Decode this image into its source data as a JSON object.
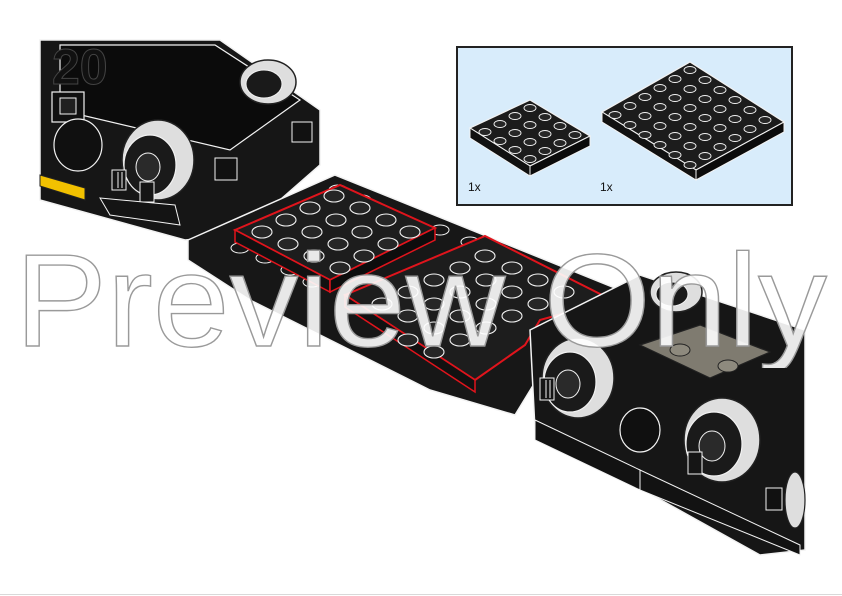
{
  "step": {
    "number": "20"
  },
  "parts_callout": {
    "parts": [
      {
        "name": "plate-4x4-black",
        "quantity": "1x"
      },
      {
        "name": "plate-6x6-black",
        "quantity": "1x"
      }
    ]
  },
  "watermark": {
    "text": "Preview Only"
  },
  "colors": {
    "plate": "#1c1c1c",
    "plate_edge": "#f2f2f2",
    "highlight": "#e0141c",
    "callout_bg": "#d8ecfb",
    "tan_tile": "#7f7b70",
    "yellow_stripe": "#f2c100",
    "wheel": "#dedede"
  }
}
